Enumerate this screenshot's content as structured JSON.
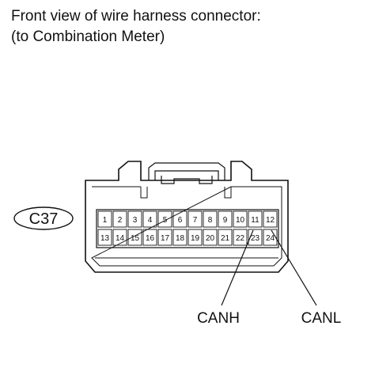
{
  "caption": {
    "line1": "Front view of wire harness connector:",
    "line2": "(to Combination Meter)"
  },
  "connector": {
    "id": "C37",
    "row1_pins": [
      "1",
      "2",
      "3",
      "4",
      "5",
      "6",
      "7",
      "8",
      "9",
      "10",
      "11",
      "12"
    ],
    "row2_pins": [
      "13",
      "14",
      "15",
      "16",
      "17",
      "18",
      "19",
      "20",
      "21",
      "22",
      "23",
      "24"
    ]
  },
  "signals": {
    "canh": "CANH",
    "canl": "CANL"
  }
}
